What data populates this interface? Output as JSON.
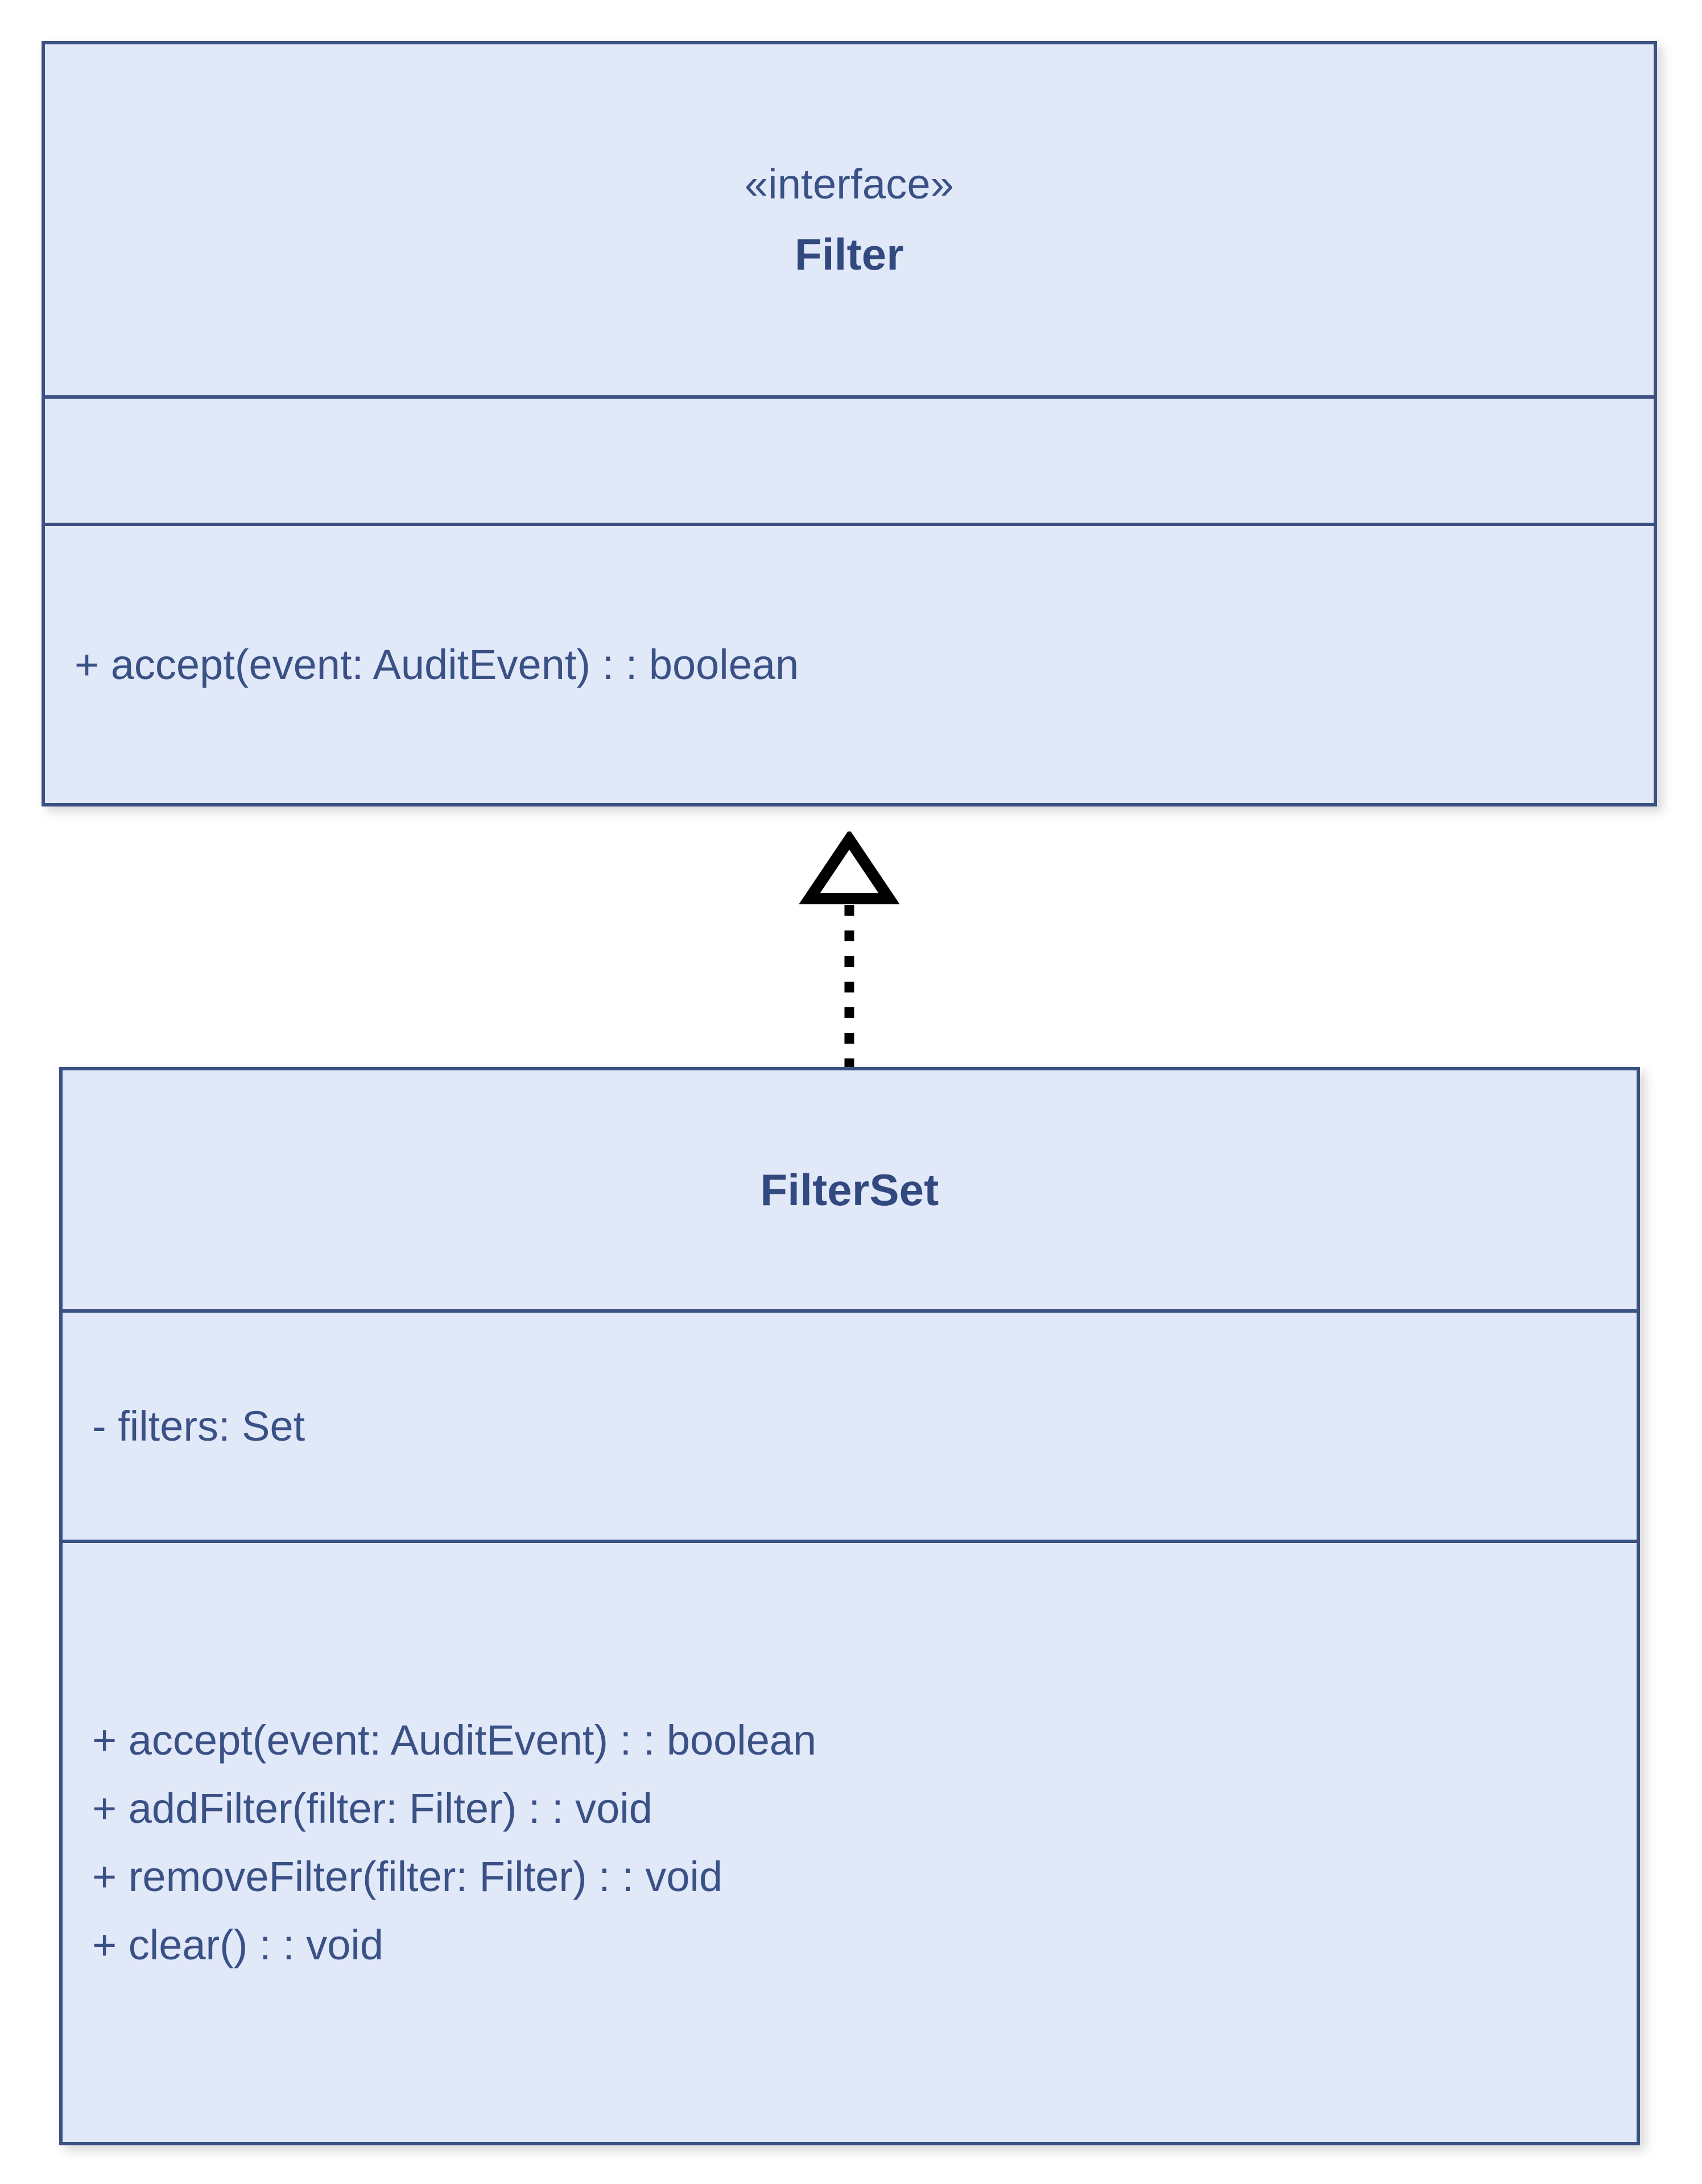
{
  "diagram": {
    "type": "uml-class-diagram",
    "colors": {
      "class_fill": "#e1e8f8",
      "class_border": "#3b5183",
      "text": "#3a5186",
      "title_text": "#32497f",
      "connector": "#000000",
      "background": "#ffffff"
    },
    "classes": [
      {
        "id": "filter",
        "stereotype": "«interface»",
        "name": "Filter",
        "attributes": [],
        "operations": [
          "+ accept(event: AuditEvent) : : boolean"
        ]
      },
      {
        "id": "filterset",
        "stereotype": "",
        "name": "FilterSet",
        "attributes": [
          "- filters: Set"
        ],
        "operations": [
          "+ accept(event: AuditEvent) : : boolean",
          "+ addFilter(filter: Filter) : : void",
          "+ removeFilter(filter: Filter) : : void",
          "+ clear() : : void"
        ]
      }
    ],
    "relationships": [
      {
        "id": "filterset-realizes-filter",
        "kind": "realization",
        "source": "filterset",
        "target": "filter",
        "line_style": "dotted",
        "arrowhead": "hollow-triangle",
        "label": ""
      }
    ]
  }
}
